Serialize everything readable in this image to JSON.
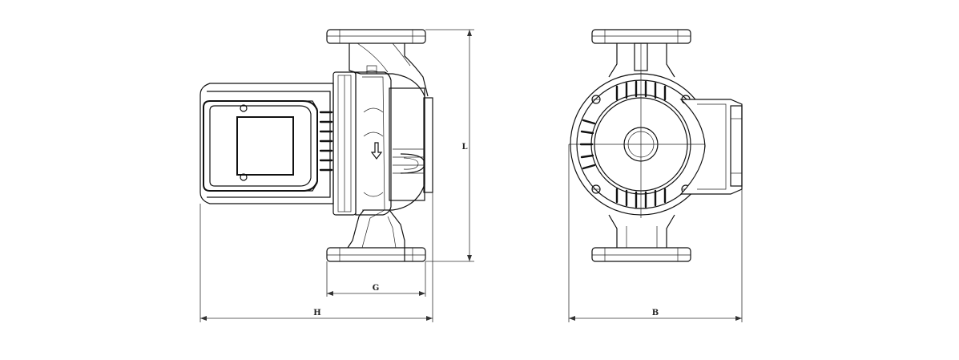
{
  "dimensions": {
    "length": "L",
    "flange_offset": "G",
    "overall_height": "H",
    "width": "B"
  },
  "views": [
    "side-view",
    "front-view"
  ],
  "symbols": {
    "flow_arrow": "down-arrow-icon"
  }
}
